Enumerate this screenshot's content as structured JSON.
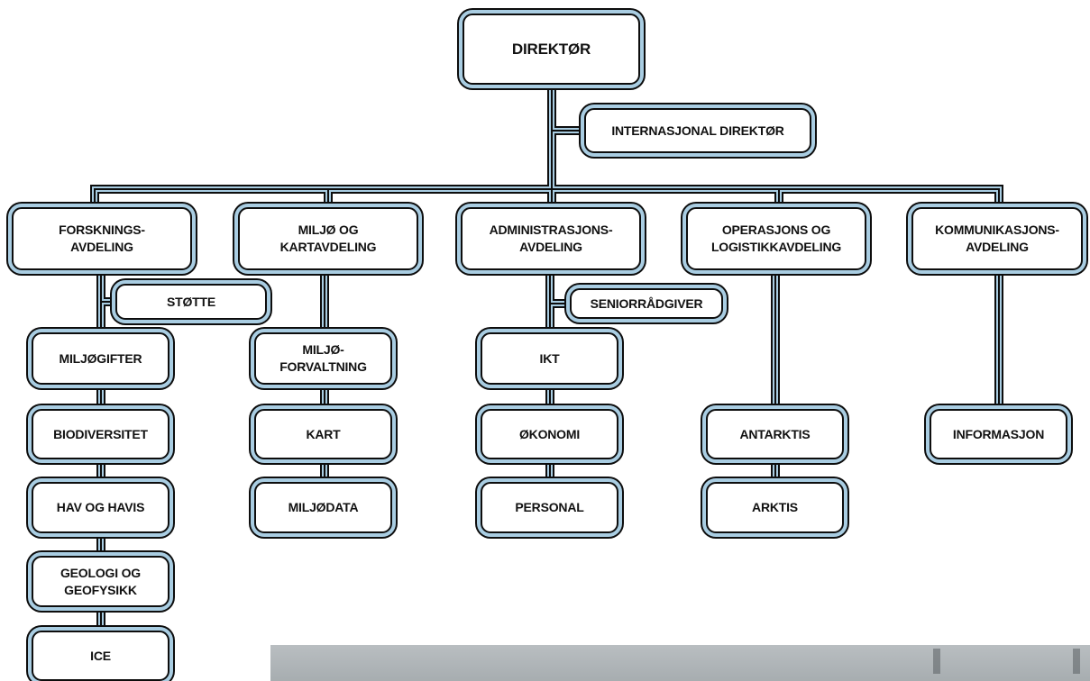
{
  "colors": {
    "connector_outer": "#0d0d0d",
    "connector_mid": "#a9cde2",
    "connector_core": "#0d0d0d",
    "box_border": "#0d0d0d",
    "box_glow": "#a9cde2"
  },
  "nodes": {
    "direktor": "DIREKTØR",
    "internasjonal_direktor": "INTERNASJONAL DIREKTØR",
    "forskning": "FORSKNINGS-\nAVDELING",
    "stotte": "STØTTE",
    "miljogifter": "MILJØGIFTER",
    "biodiversitet": "BIODIVERSITET",
    "hav_og_havis": "HAV OG HAVIS",
    "geologi": "GEOLOGI OG\nGEOFYSIKK",
    "ice": "ICE",
    "miljo_kart": "MILJØ OG\nKARTAVDELING",
    "miljoforvaltning": "MILJØ-\nFORVALTNING",
    "kart": "KART",
    "miljodata": "MILJØDATA",
    "administrasjon": "ADMINISTRASJONS-\nAVDELING",
    "seniorradgiver": "SENIORRÅDGIVER",
    "ikt": "IKT",
    "okonomi": "ØKONOMI",
    "personal": "PERSONAL",
    "operasjon": "OPERASJONS OG\nLOGISTIKKAVDELING",
    "antarktis": "ANTARKTIS",
    "arktis": "ARKTIS",
    "kommunikasjon": "KOMMUNIKASJONS-\nAVDELING",
    "informasjon": "INFORMASJON"
  }
}
